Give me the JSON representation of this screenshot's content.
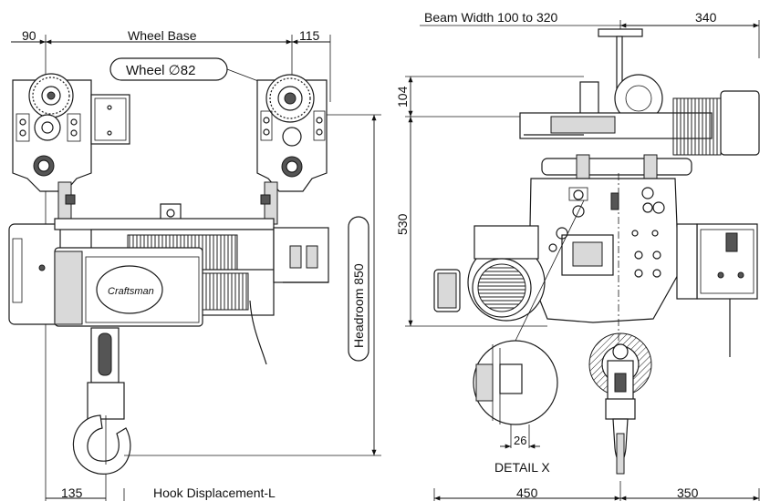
{
  "drawing": {
    "left_view": {
      "dim_left_offset": "90",
      "dim_wheel_base": "Wheel Base",
      "dim_right_offset": "115",
      "wheel_label": "Wheel ∅82",
      "headroom_label": "Headroom 850",
      "dim_bottom_left": "135",
      "hook_displacement": "Hook Displacement-L",
      "brand_mark": "Craftsman"
    },
    "right_view": {
      "beam_width": "Beam Width 100 to 320",
      "dim_top_right": "340",
      "dim_104": "104",
      "dim_530": "530",
      "detail_dim": "26",
      "detail_label": "DETAIL X",
      "dim_bottom_450": "450",
      "dim_bottom_350": "350"
    }
  }
}
